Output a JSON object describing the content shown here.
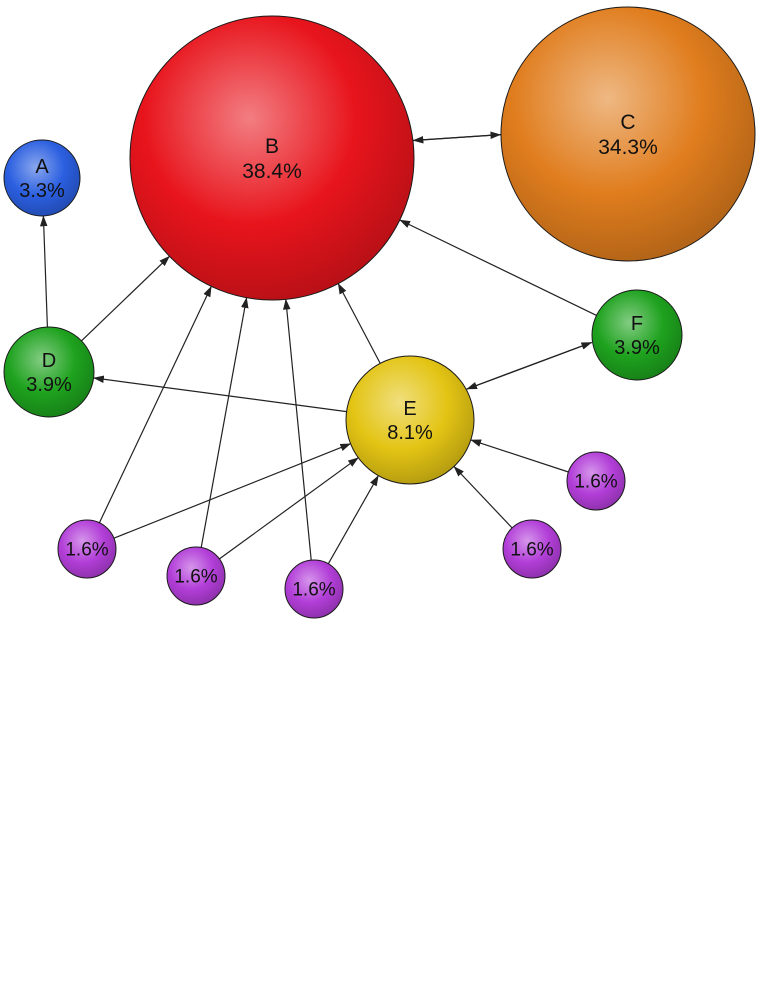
{
  "nodes": [
    {
      "id": "A",
      "name": "A",
      "value": "3.3%",
      "color": "#2b5fe0"
    },
    {
      "id": "B",
      "name": "B",
      "value": "38.4%",
      "color": "#e8141c"
    },
    {
      "id": "C",
      "name": "C",
      "value": "34.3%",
      "color": "#e07d1e"
    },
    {
      "id": "D",
      "name": "D",
      "value": "3.9%",
      "color": "#1ea21e"
    },
    {
      "id": "E",
      "name": "E",
      "value": "8.1%",
      "color": "#e3c414"
    },
    {
      "id": "F",
      "name": "F",
      "value": "3.9%",
      "color": "#1ea21e"
    },
    {
      "id": "P1",
      "name": "",
      "value": "1.6%",
      "color": "#b23ed8"
    },
    {
      "id": "P2",
      "name": "",
      "value": "1.6%",
      "color": "#b23ed8"
    },
    {
      "id": "P3",
      "name": "",
      "value": "1.6%",
      "color": "#b23ed8"
    },
    {
      "id": "P4",
      "name": "",
      "value": "1.6%",
      "color": "#b23ed8"
    },
    {
      "id": "P5",
      "name": "",
      "value": "1.6%",
      "color": "#b23ed8"
    }
  ],
  "edges": [
    {
      "from": "D",
      "to": "A"
    },
    {
      "from": "D",
      "to": "B"
    },
    {
      "from": "B",
      "to": "C"
    },
    {
      "from": "C",
      "to": "B"
    },
    {
      "from": "F",
      "to": "B"
    },
    {
      "from": "E",
      "to": "B"
    },
    {
      "from": "E",
      "to": "D"
    },
    {
      "from": "E",
      "to": "F"
    },
    {
      "from": "F",
      "to": "E"
    },
    {
      "from": "P1",
      "to": "B"
    },
    {
      "from": "P1",
      "to": "E"
    },
    {
      "from": "P2",
      "to": "B"
    },
    {
      "from": "P2",
      "to": "E"
    },
    {
      "from": "P3",
      "to": "B"
    },
    {
      "from": "P3",
      "to": "E"
    },
    {
      "from": "P4",
      "to": "E"
    },
    {
      "from": "P5",
      "to": "E"
    }
  ]
}
